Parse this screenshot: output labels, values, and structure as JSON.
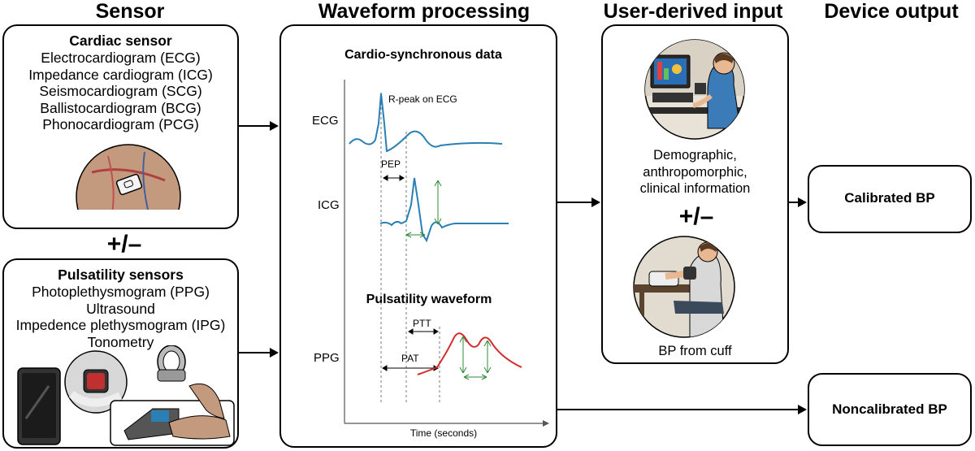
{
  "headers": {
    "sensor": "Sensor",
    "waveform": "Waveform processing",
    "user_input": "User-derived input",
    "device_output": "Device output"
  },
  "cardiac": {
    "title": "Cardiac sensor",
    "items": [
      "Electrocardiogram (ECG)",
      "Impedance cardiogram (ICG)",
      "Seismocardiogram (SCG)",
      "Ballistocardiogram (BCG)",
      "Phonocardiogram (PCG)"
    ]
  },
  "plus_minus": "+/–",
  "pulsatility": {
    "title": "Pulsatility sensors",
    "items": [
      "Photoplethysmogram (PPG)",
      "Ultrasound",
      "Impedence plethysmogram (IPG)",
      "Tonometry"
    ]
  },
  "waveform": {
    "cardio_title": "Cardio-synchronous data",
    "ecg_label": "ECG",
    "rpeak_label": "R-peak on ECG",
    "pep_label": "PEP",
    "icg_label": "ICG",
    "pulsatility_title": "Pulsatility waveform",
    "ptt_label": "PTT",
    "pat_label": "PAT",
    "ppg_label": "PPG",
    "time_label": "Time (seconds)"
  },
  "user_input": {
    "demographic": [
      "Demographic,",
      "anthropomorphic,",
      "clinical information"
    ],
    "cuff": "BP from cuff"
  },
  "outputs": {
    "calibrated": "Calibrated BP",
    "noncalibrated": "Noncalibrated BP"
  },
  "colors": {
    "ecg_icg": "#2a7fb5",
    "ppg": "#d42a2a",
    "measure_arrows": "#2e8b3a",
    "skin": "#c49a7e"
  }
}
